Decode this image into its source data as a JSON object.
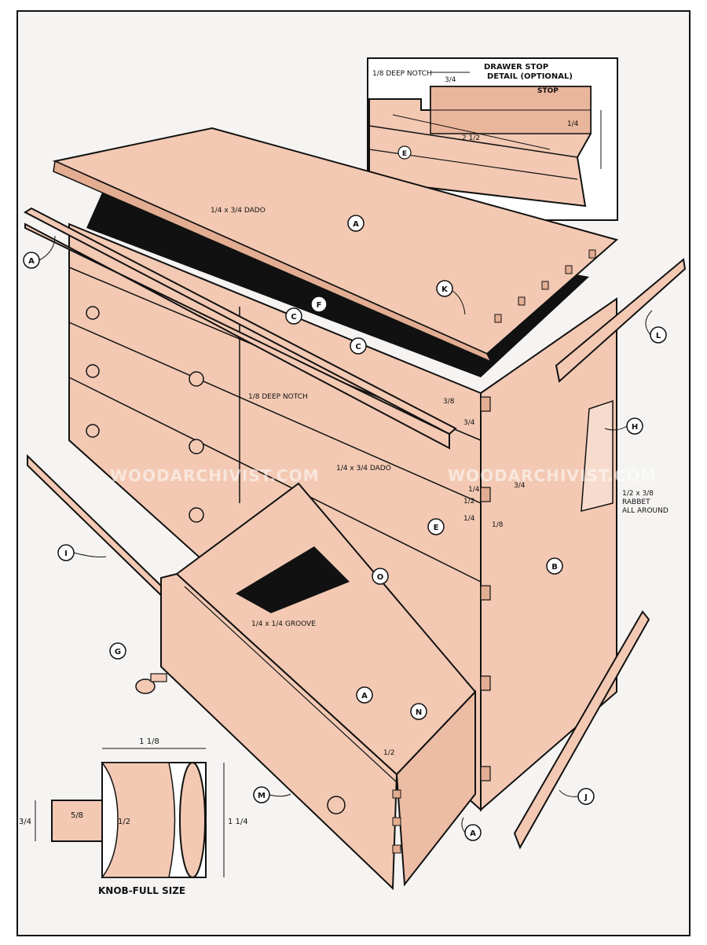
{
  "colors": {
    "wood": "#f3c9b3",
    "wood_dark": "#e3ad92",
    "paper": "#f6f4f2",
    "ink": "#111111"
  },
  "watermark": "WOODARCHIVIST.COM",
  "inset": {
    "title_line1": "DRAWER STOP",
    "title_line2": "DETAIL (OPTIONAL)",
    "notch": "1/8 DEEP NOTCH",
    "dim_a": "3/4",
    "stop": "STOP",
    "dim_b": "2 1/2",
    "dim_c": "1/4",
    "part": "E"
  },
  "callouts": {
    "dado_top": "1/4 x 3/4 DADO",
    "deep_notch": "1/8 DEEP NOTCH",
    "dado_mid": "1/4 x 3/4 DADO",
    "groove": "1/4 x 1/4 GROOVE",
    "rabbet_l1": "1/2 x 3/8",
    "rabbet_l2": "RABBET",
    "rabbet_l3": "ALL AROUND",
    "dim_38": "3/8",
    "dim_34": "3/4",
    "dim_14a": "1/4",
    "dim_12a": "1/2",
    "dim_14b": "1/4",
    "dim_18": "1/8",
    "dim_34b": "3/4",
    "dim_12b": "1/2"
  },
  "knob_detail": {
    "caption": "KNOB-FULL SIZE",
    "dim_top": "1 1/8",
    "dim_left": "3/4",
    "dim_tenon": "5/8",
    "dim_neck": "1/2",
    "dim_right": "1 1/4"
  },
  "parts": {
    "A_top": "A",
    "A_left": "A",
    "A_drawer": "A",
    "A_bottom": "A",
    "B": "B",
    "C1": "C",
    "C2": "C",
    "E": "E",
    "F": "F",
    "G": "G",
    "H": "H",
    "I": "I",
    "J": "J",
    "K": "K",
    "L": "L",
    "M": "M",
    "N": "N",
    "O": "O"
  }
}
